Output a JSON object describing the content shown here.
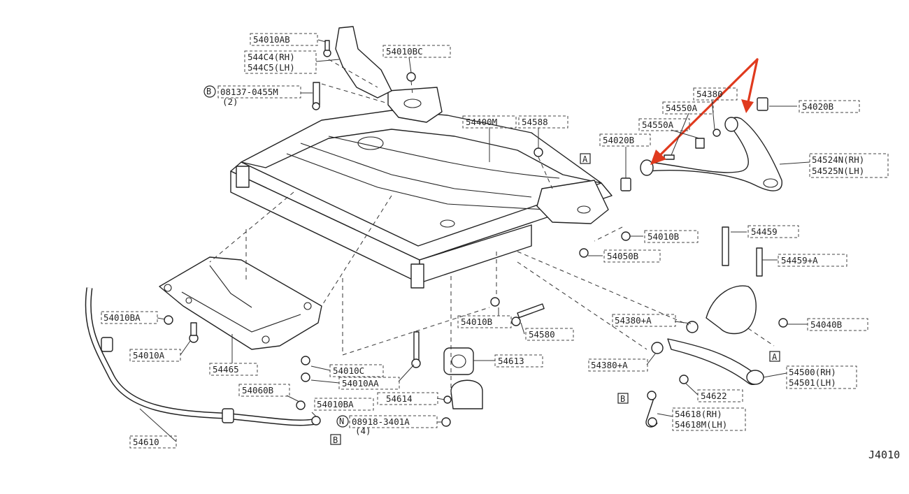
{
  "diagram": {
    "code": "J4010",
    "labels": [
      {
        "id": "54010AB",
        "text": "54010AB"
      },
      {
        "id": "544C4-RH",
        "text": "544C4(RH)"
      },
      {
        "id": "544C5-LH",
        "text": "544C5(LH)"
      },
      {
        "id": "54010BC",
        "text": "54010BC"
      },
      {
        "id": "08137-0455M",
        "text": "08137-0455M"
      },
      {
        "id": "08137-qty",
        "text": "(2)"
      },
      {
        "id": "54400M",
        "text": "54400M"
      },
      {
        "id": "54588",
        "text": "54588"
      },
      {
        "id": "54380",
        "text": "54380"
      },
      {
        "id": "54550A-1",
        "text": "54550A"
      },
      {
        "id": "54550A-2",
        "text": "54550A"
      },
      {
        "id": "54020B-top",
        "text": "54020B"
      },
      {
        "id": "54020B-left",
        "text": "54020B"
      },
      {
        "id": "54524N-RH",
        "text": "54524N(RH)"
      },
      {
        "id": "54525N-LH",
        "text": "54525N(LH)"
      },
      {
        "id": "54010B-right",
        "text": "54010B"
      },
      {
        "id": "54050B",
        "text": "54050B"
      },
      {
        "id": "54459",
        "text": "54459"
      },
      {
        "id": "54459A",
        "text": "54459+A"
      },
      {
        "id": "54010BA-left",
        "text": "54010BA"
      },
      {
        "id": "54010A",
        "text": "54010A"
      },
      {
        "id": "54465",
        "text": "54465"
      },
      {
        "id": "54010C",
        "text": "54010C"
      },
      {
        "id": "54010AA",
        "text": "54010AA"
      },
      {
        "id": "54010B-mid",
        "text": "54010B"
      },
      {
        "id": "54580",
        "text": "54580"
      },
      {
        "id": "54380A-top",
        "text": "54380+A"
      },
      {
        "id": "54040B",
        "text": "54040B"
      },
      {
        "id": "54613",
        "text": "54613"
      },
      {
        "id": "54380A-bot",
        "text": "54380+A"
      },
      {
        "id": "54500-RH",
        "text": "54500(RH)"
      },
      {
        "id": "54501-LH",
        "text": "54501(LH)"
      },
      {
        "id": "54060B",
        "text": "54060B"
      },
      {
        "id": "54010BA-bot",
        "text": "54010BA"
      },
      {
        "id": "54614",
        "text": "54614"
      },
      {
        "id": "54622",
        "text": "54622"
      },
      {
        "id": "08918-3401A",
        "text": "08918-3401A"
      },
      {
        "id": "08918-qty",
        "text": "(4)"
      },
      {
        "id": "54618-RH",
        "text": "54618(RH)"
      },
      {
        "id": "54618M-LH",
        "text": "54618M(LH)"
      },
      {
        "id": "54610",
        "text": "54610"
      }
    ],
    "refs": {
      "A": "A",
      "B": "B",
      "N": "N"
    },
    "accent_color": "#e03a1e"
  }
}
